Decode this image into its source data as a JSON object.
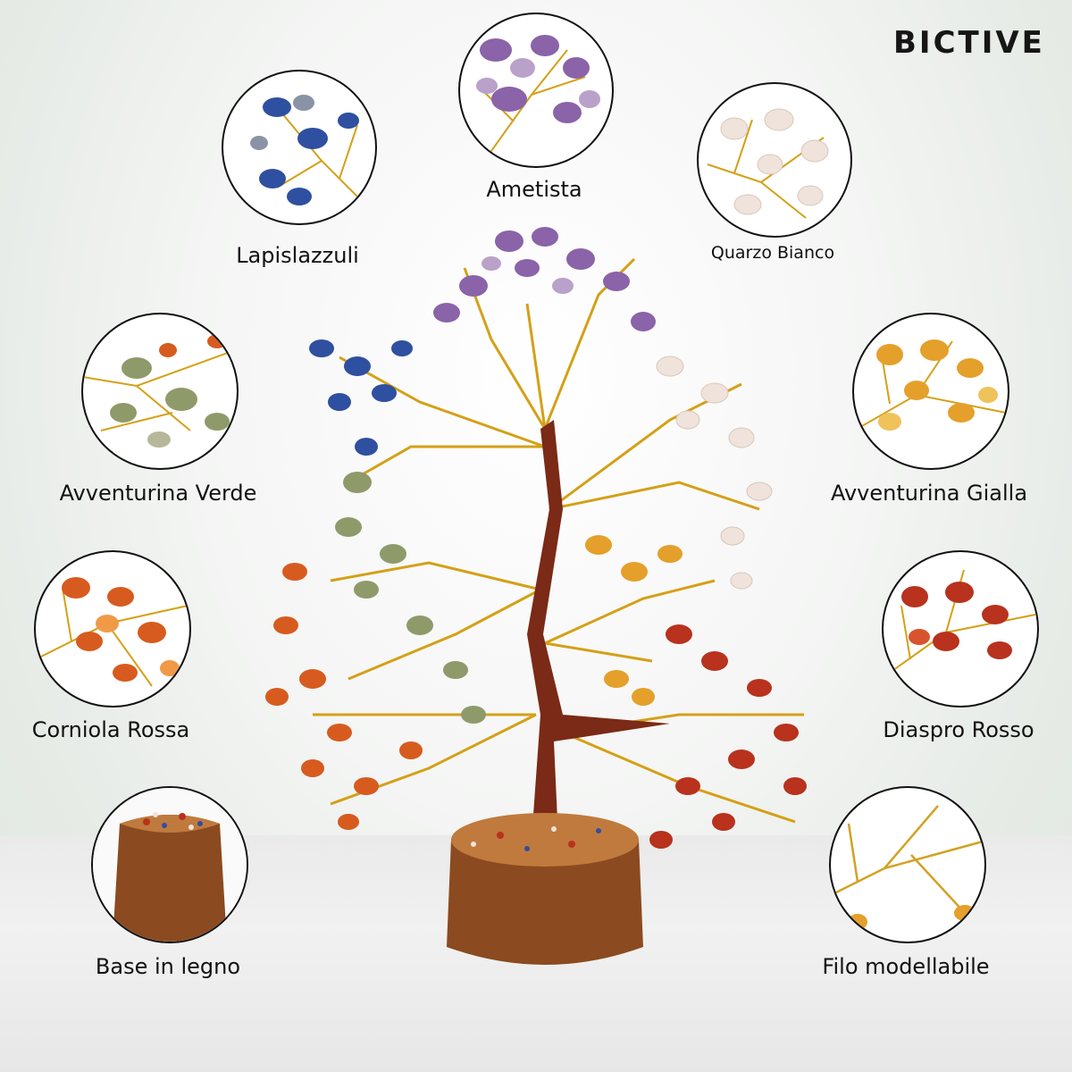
{
  "brand": {
    "name": "BICTIVE"
  },
  "stones": [
    {
      "label": "Ametista",
      "color": "#8a63a8",
      "color2": "#b9a1c9"
    },
    {
      "label": "Lapislazzuli",
      "color": "#2f4fa0",
      "color2": "#8a93a6"
    },
    {
      "label": "Quarzo Bianco",
      "color": "#efe3db",
      "color2": "#d9c7b9"
    },
    {
      "label": "Avventurina Verde",
      "color": "#8f9a6a",
      "color2": "#b7b89a"
    },
    {
      "label": "Avventurina Gialla",
      "color": "#e4a02a",
      "color2": "#f0c25a"
    },
    {
      "label": "Corniola Rossa",
      "color": "#d75b1f",
      "color2": "#f09a48"
    },
    {
      "label": "Diaspro Rosso",
      "color": "#b8321d",
      "color2": "#d8542f"
    },
    {
      "label": "Base in legno",
      "color": "#8b4a1f",
      "color2": "#c07a3d"
    },
    {
      "label": "Filo modellabile",
      "color": "#d2a224",
      "color2": "#f2c94c"
    }
  ],
  "colors": {
    "wire": "#d4a017",
    "trunk": "#7a2a16",
    "base": "#8b4513"
  }
}
